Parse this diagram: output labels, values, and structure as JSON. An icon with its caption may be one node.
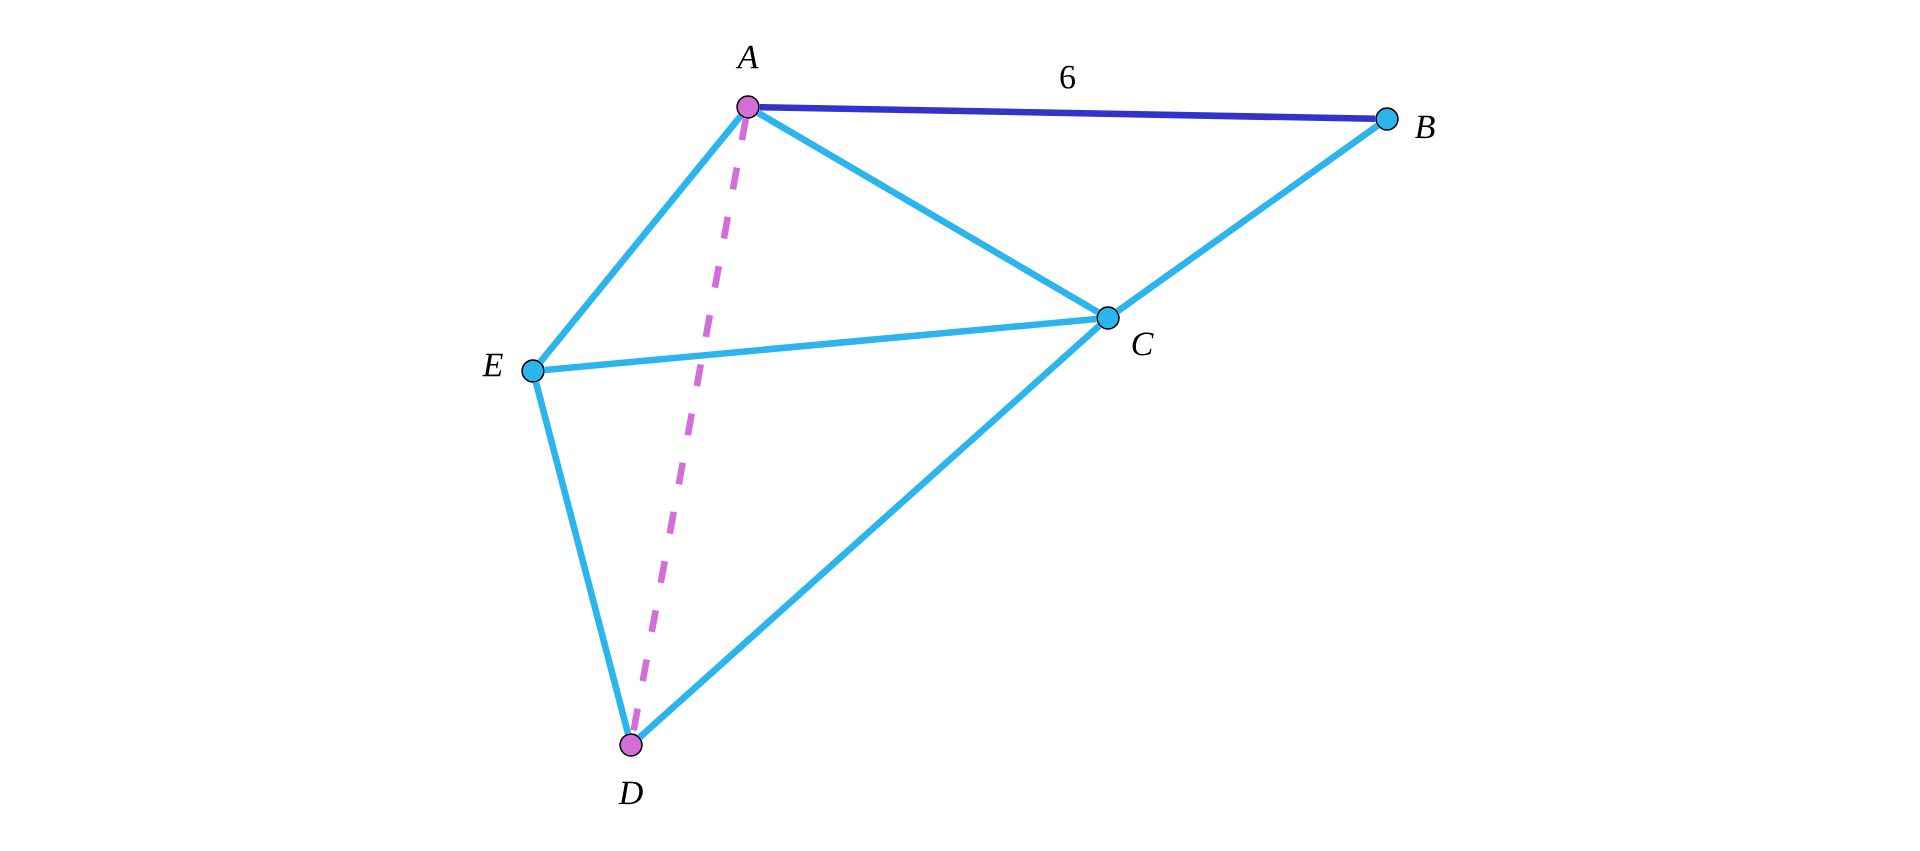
{
  "diagram": {
    "nodes": [
      {
        "text": [],
        "shape": "circle",
        "beside": [
          "A"
        ]
      },
      {
        "text": [],
        "shape": "circle",
        "beside": [
          "B"
        ]
      },
      {
        "text": [],
        "shape": "circle",
        "beside": [
          "C"
        ]
      },
      {
        "text": [],
        "shape": "circle",
        "beside": [
          "E"
        ]
      },
      {
        "text": [],
        "shape": "circle",
        "beside": [
          "D"
        ]
      }
    ],
    "edges": [
      {
        "from": 0,
        "to": 1,
        "arrow": "none",
        "label": "6",
        "color": "#3333cc"
      },
      {
        "from": 0,
        "to": 3,
        "arrow": "none"
      },
      {
        "from": 0,
        "to": 2,
        "arrow": "none"
      },
      {
        "from": 1,
        "to": 2,
        "arrow": "none"
      },
      {
        "from": 3,
        "to": 2,
        "arrow": "none"
      },
      {
        "from": 3,
        "to": 4,
        "arrow": "none"
      },
      {
        "from": 4,
        "to": 2,
        "arrow": "none"
      },
      {
        "from": 0,
        "to": 4,
        "arrow": "none",
        "style": "dashed",
        "color": "#d36ed8"
      }
    ]
  }
}
